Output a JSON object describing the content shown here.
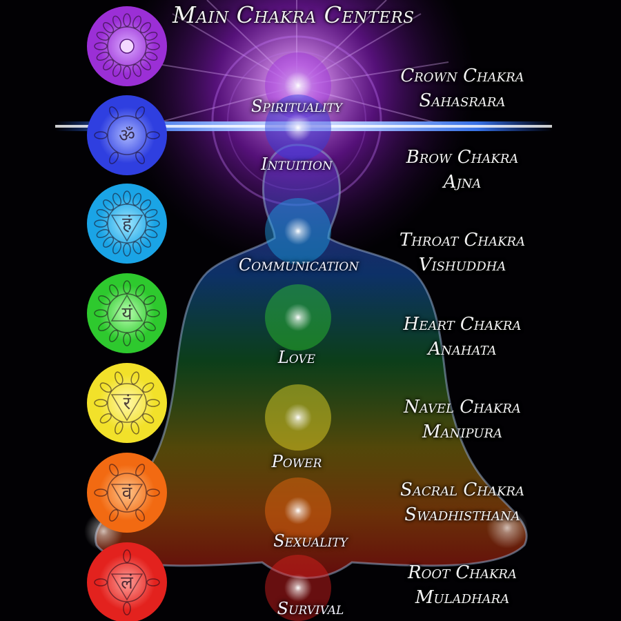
{
  "title": "Main Chakra Centers",
  "chakras": [
    {
      "icon": "crown-chakra-symbol-icon",
      "quality": "Spirituality",
      "english": "Crown Chakra",
      "sanskrit": "Sahasrara",
      "color": "#9b2fd6",
      "glyph": "",
      "petal": "#d9a8ff"
    },
    {
      "icon": "brow-chakra-symbol-icon",
      "quality": "Intuition",
      "english": "Brow Chakra",
      "sanskrit": "Ajna",
      "color": "#2f3fe0",
      "glyph": "ॐ",
      "petal": "#a9b6ff"
    },
    {
      "icon": "throat-chakra-symbol-icon",
      "quality": "Communication",
      "english": "Throat Chakra",
      "sanskrit": "Vishuddha",
      "color": "#1aa4e6",
      "glyph": "हं",
      "petal": "#9ee6ff"
    },
    {
      "icon": "heart-chakra-symbol-icon",
      "quality": "Love",
      "english": "Heart Chakra",
      "sanskrit": "Anahata",
      "color": "#2ec92e",
      "glyph": "यं",
      "petal": "#b9ffb0"
    },
    {
      "icon": "navel-chakra-symbol-icon",
      "quality": "Power",
      "english": "Navel Chakra",
      "sanskrit": "Manipura",
      "color": "#f2e12a",
      "glyph": "रं",
      "petal": "#fff7a8"
    },
    {
      "icon": "sacral-chakra-symbol-icon",
      "quality": "Sexuality",
      "english": "Sacral Chakra",
      "sanskrit": "Swadhisthana",
      "color": "#f26a12",
      "glyph": "वं",
      "petal": "#ffc48a"
    },
    {
      "icon": "root-chakra-symbol-icon",
      "quality": "Survival",
      "english": "Root Chakra",
      "sanskrit": "Muladhara",
      "color": "#e3221e",
      "glyph": "लं",
      "petal": "#ffa09a"
    }
  ]
}
